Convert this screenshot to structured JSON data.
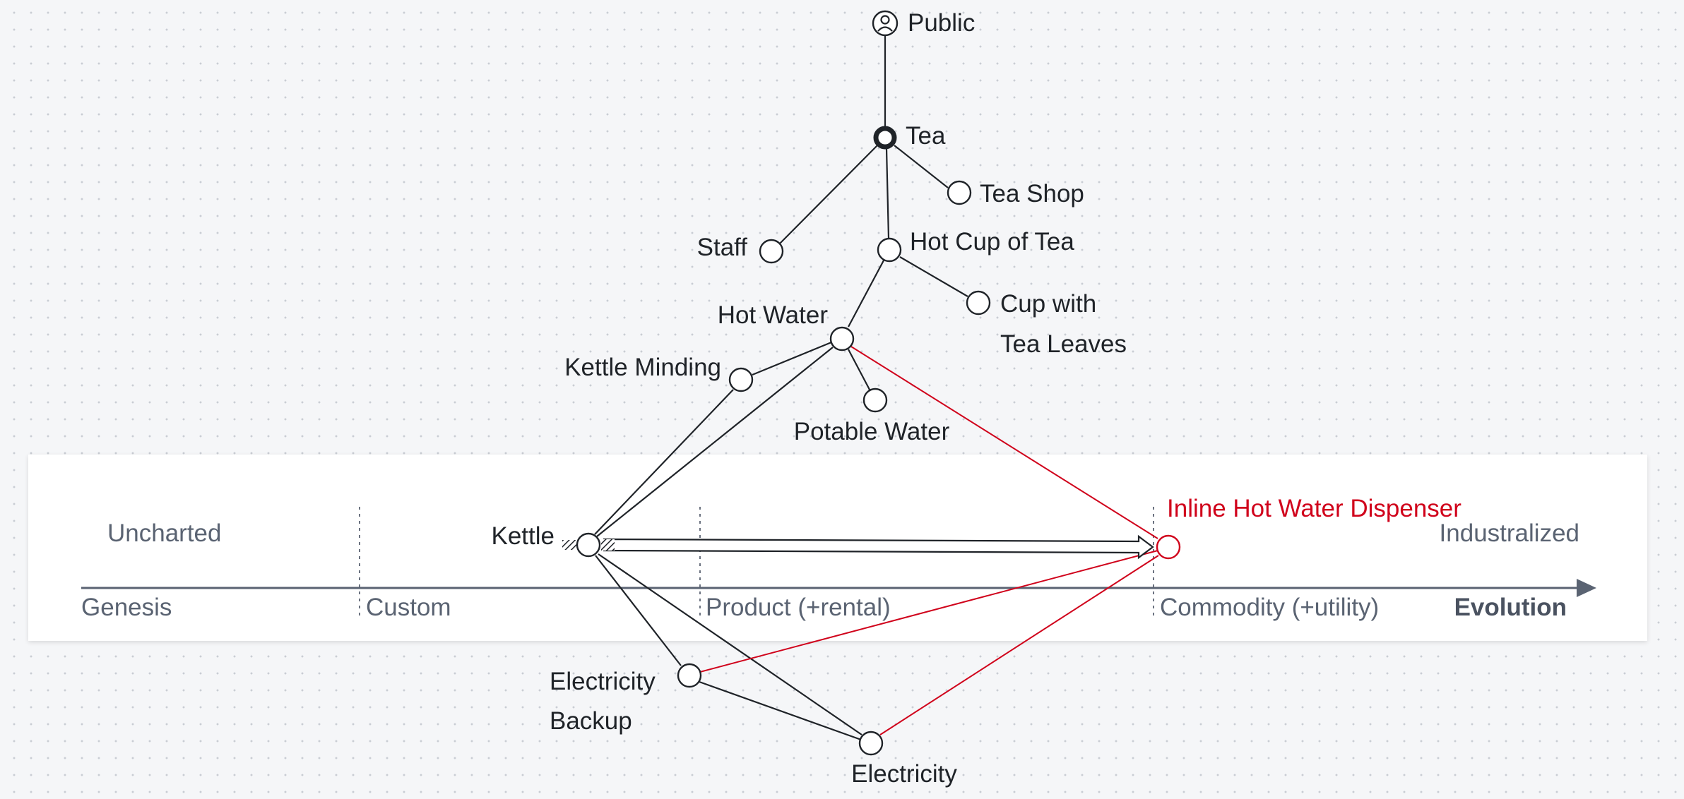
{
  "map": {
    "stages": {
      "genesis": "Genesis",
      "custom": "Custom",
      "product": "Product (+rental)",
      "commodity": "Commodity (+utility)"
    },
    "axis_title": "Evolution",
    "regions": {
      "uncharted": "Uncharted",
      "industrialized": "Industralized"
    },
    "components": {
      "public": "Public",
      "tea": "Tea",
      "tea_shop": "Tea Shop",
      "staff": "Staff",
      "hot_cup_of_tea": "Hot Cup of Tea",
      "cup_with_tea_leaves_line1": "Cup with",
      "cup_with_tea_leaves_line2": "Tea Leaves",
      "hot_water": "Hot Water",
      "kettle_minding": "Kettle Minding",
      "potable_water": "Potable Water",
      "kettle": "Kettle",
      "inline_hot_water_dispenser": "Inline Hot Water Dispenser",
      "electricity_backup_line1": "Electricity",
      "electricity_backup_line2": "Backup",
      "electricity": "Electricity"
    },
    "colors": {
      "link": "#1f2328",
      "evolution_link": "#d0021b",
      "panel": "#ffffff",
      "background": "#f5f6f8"
    },
    "icons": {
      "user": "user-circle-icon",
      "inertia": "inertia-hatch-icon",
      "evolve_arrow": "arrow-right-outline-icon"
    }
  }
}
